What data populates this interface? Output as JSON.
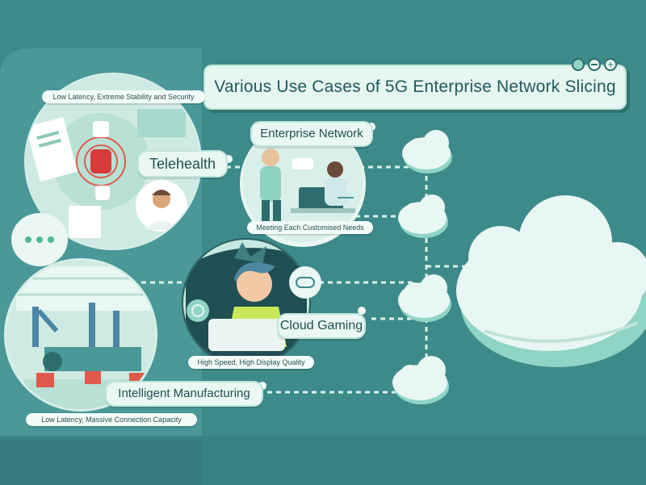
{
  "title": "Various Use Cases of 5G Enterprise Network Slicing",
  "use_cases": {
    "telehealth": {
      "label": "Telehealth",
      "subtitle": "Low Latency, Extreme Stability and Security"
    },
    "enterprise": {
      "label": "Enterprise Network",
      "subtitle": "Meeting Each Customised Needs"
    },
    "gaming": {
      "label": "Cloud Gaming",
      "subtitle": "High Speed, High Display Quality"
    },
    "manufacturing": {
      "label": "Intelligent Manufacturing",
      "subtitle": "Low Latency, Massive Connection Capacity"
    }
  },
  "colors": {
    "background": "#3d8a8a",
    "panel": "#b7e3d8",
    "pill": "#eaf7f3",
    "cloud": "#e8f7f3",
    "cloud_shade": "#8fd4c4",
    "text": "#1f4f52"
  },
  "icons": [
    "window-dot-icon",
    "minus-icon",
    "plus-icon",
    "more-dots-icon",
    "cloud-icon",
    "gamepad-icon",
    "target-icon"
  ]
}
